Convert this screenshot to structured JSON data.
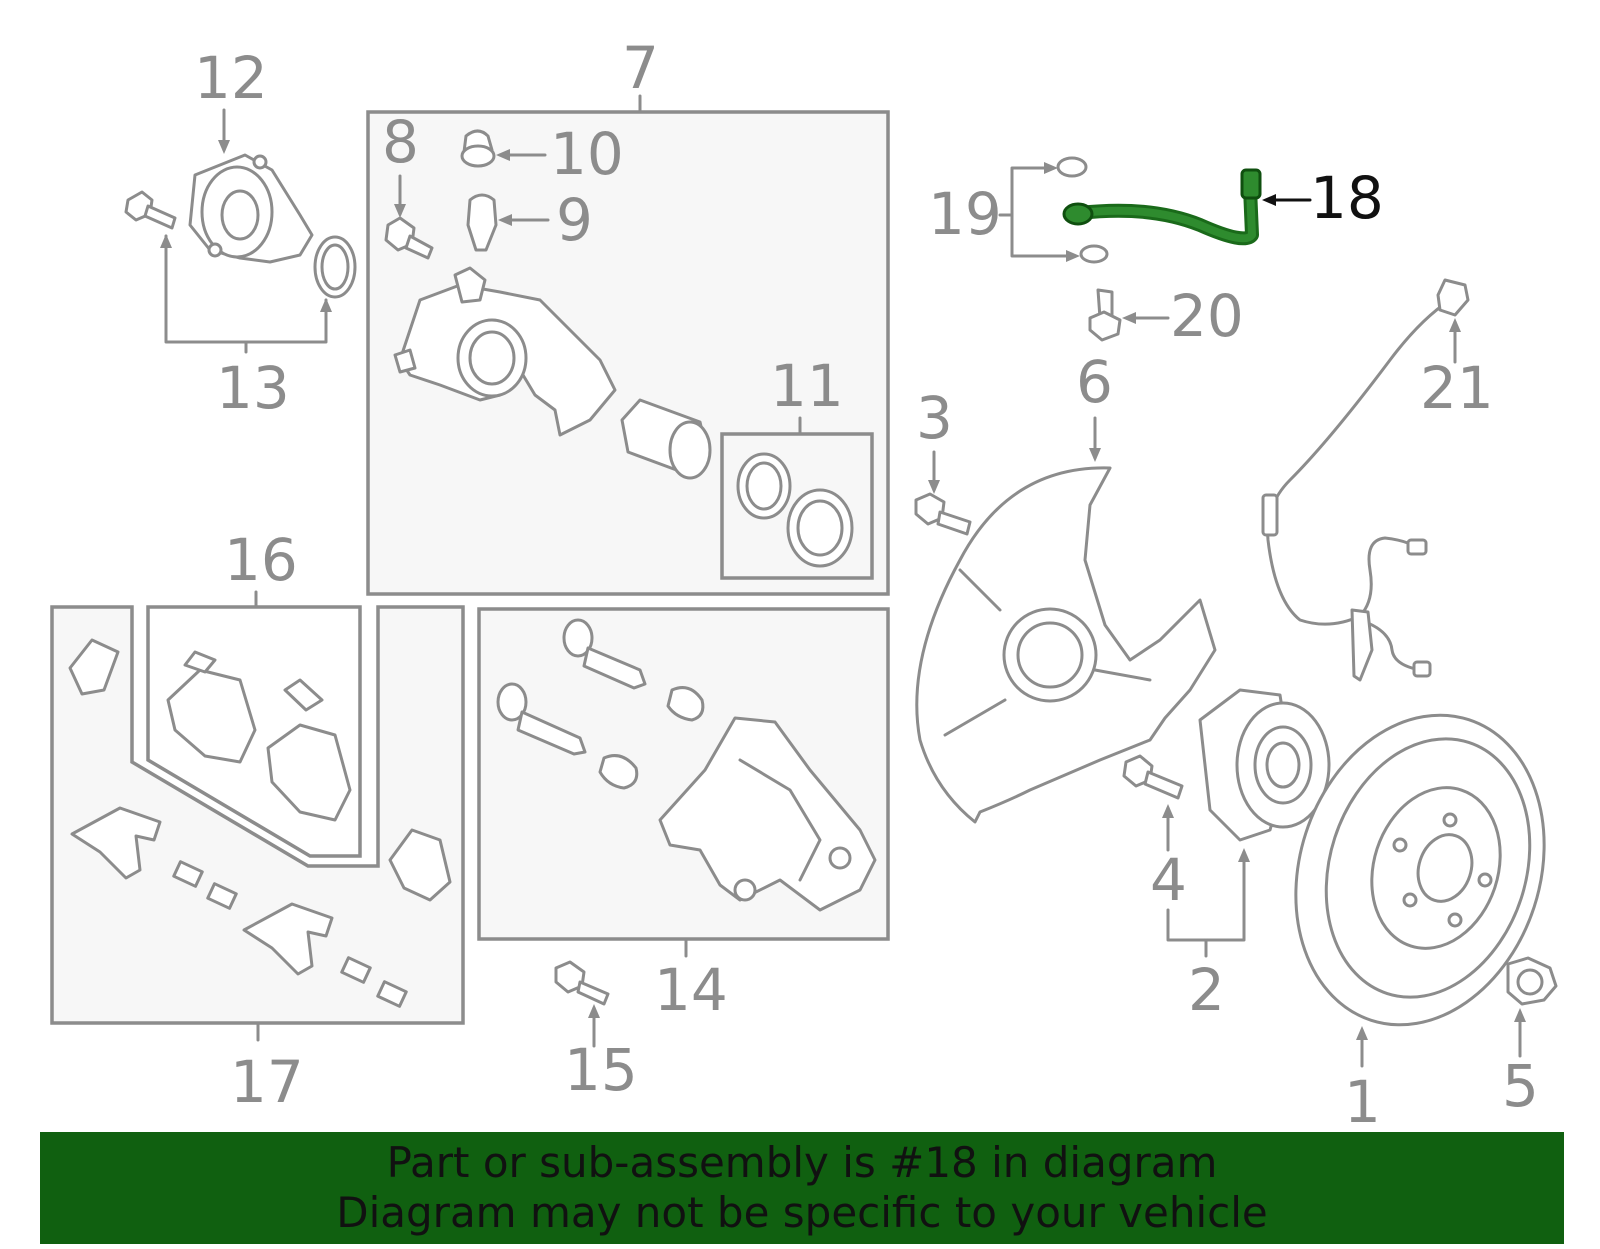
{
  "callouts": {
    "c1": "1",
    "c2": "2",
    "c3": "3",
    "c4": "4",
    "c5": "5",
    "c6": "6",
    "c7": "7",
    "c8": "8",
    "c9": "9",
    "c10": "10",
    "c11": "11",
    "c12": "12",
    "c13": "13",
    "c14": "14",
    "c15": "15",
    "c16": "16",
    "c17": "17",
    "c18": "18",
    "c19": "19",
    "c20": "20",
    "c21": "21"
  },
  "highlight": {
    "part_number": "18",
    "color": "#1a7a1a"
  },
  "banner": {
    "line1": "Part or sub-assembly is #18 in diagram",
    "line2": "Diagram may not be specific to your vehicle",
    "background": "#106010"
  }
}
